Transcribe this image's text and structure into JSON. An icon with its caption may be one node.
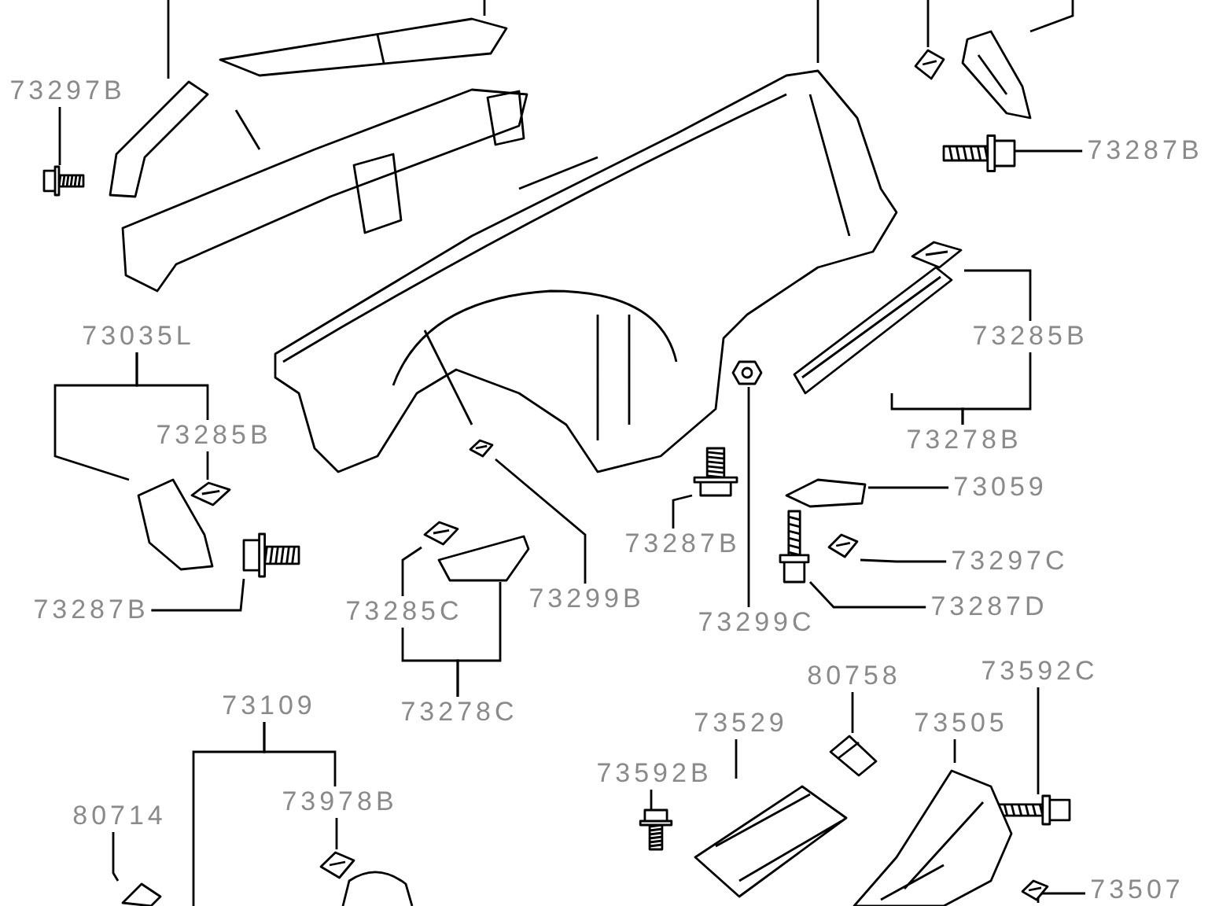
{
  "diagram": {
    "nodes": [
      {
        "text": [
          "73297B"
        ]
      },
      {
        "text": [
          "73287B"
        ]
      },
      {
        "text": [
          "73035L"
        ]
      },
      {
        "text": [
          "73285B"
        ]
      },
      {
        "text": [
          "73285B"
        ]
      },
      {
        "text": [
          "73278B"
        ]
      },
      {
        "text": [
          "73059"
        ]
      },
      {
        "text": [
          "73287B"
        ]
      },
      {
        "text": [
          "73297C"
        ]
      },
      {
        "text": [
          "73299B"
        ]
      },
      {
        "text": [
          "73287B"
        ]
      },
      {
        "text": [
          "73287D"
        ]
      },
      {
        "text": [
          "73285C"
        ]
      },
      {
        "text": [
          "73299C"
        ]
      },
      {
        "text": [
          "73592C"
        ]
      },
      {
        "text": [
          "80758"
        ]
      },
      {
        "text": [
          "73109"
        ]
      },
      {
        "text": [
          "73278C"
        ]
      },
      {
        "text": [
          "73529"
        ]
      },
      {
        "text": [
          "73505"
        ]
      },
      {
        "text": [
          "73592B"
        ]
      },
      {
        "text": [
          "73978B"
        ]
      },
      {
        "text": [
          "80714"
        ]
      },
      {
        "text": [
          "73507"
        ]
      },
      {
        "text": [],
        "shape": "picture"
      },
      {
        "text": [],
        "shape": "picture"
      },
      {
        "text": [],
        "shape": "picture"
      },
      {
        "text": [],
        "shape": "picture"
      },
      {
        "text": [],
        "shape": "picture"
      },
      {
        "text": [],
        "shape": "picture"
      },
      {
        "text": [],
        "shape": "picture"
      },
      {
        "text": [],
        "shape": "picture"
      },
      {
        "text": [],
        "shape": "picture"
      },
      {
        "text": [],
        "shape": "picture"
      },
      {
        "text": [],
        "shape": "picture"
      },
      {
        "text": [],
        "shape": "picture"
      },
      {
        "text": [],
        "shape": "picture",
        "in": 27
      },
      {
        "text": [],
        "shape": "picture"
      },
      {
        "text": [],
        "shape": "picture"
      },
      {
        "text": [],
        "shape": "picture"
      },
      {
        "text": [],
        "shape": "picture",
        "in": 27
      },
      {
        "text": [],
        "shape": "picture"
      },
      {
        "text": [],
        "shape": "picture"
      },
      {
        "text": [],
        "shape": "picture"
      },
      {
        "text": [],
        "shape": "picture"
      },
      {
        "text": [],
        "shape": "picture"
      },
      {
        "text": [],
        "shape": "picture"
      },
      {
        "text": [],
        "shape": "picture"
      },
      {
        "text": [],
        "shape": "picture"
      },
      {
        "text": [],
        "shape": "picture"
      },
      {
        "text": [],
        "shape": "picture"
      },
      {
        "text": [],
        "shape": "picture"
      },
      {
        "text": [],
        "shape": "picture"
      }
    ],
    "edges": [
      {
        "from": 0,
        "to": 26,
        "arrow": "none"
      },
      {
        "from": null,
        "to": 25,
        "arrow": "none"
      },
      {
        "from": null,
        "to": 24,
        "arrow": "none"
      },
      {
        "from": null,
        "to": 27,
        "arrow": "none"
      },
      {
        "from": null,
        "to": 28,
        "arrow": "none"
      },
      {
        "from": null,
        "to": 29,
        "arrow": "none"
      },
      {
        "from": 1,
        "to": 30,
        "arrow": "none"
      },
      {
        "from": 3,
        "to": 31,
        "arrow": "none"
      },
      {
        "from": 5,
        "to": 32,
        "arrow": "none"
      },
      {
        "from": 5,
        "to": 3,
        "arrow": "none"
      },
      {
        "from": 2,
        "to": 33,
        "arrow": "none"
      },
      {
        "from": 2,
        "to": 4,
        "arrow": "none"
      },
      {
        "from": 4,
        "to": 34,
        "arrow": "none"
      },
      {
        "from": 10,
        "to": 35,
        "arrow": "none"
      },
      {
        "from": 9,
        "to": 36,
        "arrow": "none"
      },
      {
        "from": 12,
        "to": 37,
        "arrow": "none"
      },
      {
        "from": 17,
        "to": 38,
        "arrow": "none"
      },
      {
        "from": 17,
        "to": 12,
        "arrow": "none"
      },
      {
        "from": 7,
        "to": 39,
        "arrow": "none"
      },
      {
        "from": 13,
        "to": 40,
        "arrow": "none"
      },
      {
        "from": 6,
        "to": 41,
        "arrow": "none"
      },
      {
        "from": 8,
        "to": 42,
        "arrow": "none"
      },
      {
        "from": 11,
        "to": 43,
        "arrow": "none"
      },
      {
        "from": 15,
        "to": 44,
        "arrow": "none"
      },
      {
        "from": 14,
        "to": 45,
        "arrow": "none"
      },
      {
        "from": 18,
        "to": 46,
        "arrow": "none"
      },
      {
        "from": 19,
        "to": 47,
        "arrow": "none"
      },
      {
        "from": 20,
        "to": 48,
        "arrow": "none"
      },
      {
        "from": 21,
        "to": 49,
        "arrow": "none"
      },
      {
        "from": 16,
        "to": 21,
        "arrow": "none"
      },
      {
        "from": 16,
        "to": null,
        "arrow": "none"
      },
      {
        "from": 22,
        "to": 50,
        "arrow": "none"
      },
      {
        "from": 23,
        "to": 51,
        "arrow": "none"
      }
    ]
  }
}
